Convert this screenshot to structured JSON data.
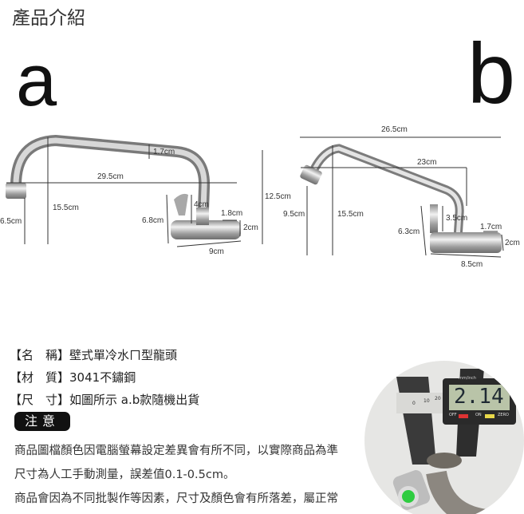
{
  "title": "產品介紹",
  "variant_a": {
    "label": "a",
    "dims": {
      "length": "29.5cm",
      "pipe": "1.7cm",
      "height_left": "6.5cm",
      "height_mid": "15.5cm",
      "height_total": "12.5cm",
      "handle_height": "6.8cm",
      "valve": "4cm",
      "thread_len": "1.8cm",
      "thread_dia": "2cm",
      "base_len": "9cm"
    }
  },
  "variant_b": {
    "label": "b",
    "dims": {
      "total": "26.5cm",
      "reach": "23cm",
      "height_left": "9.5cm",
      "height_mid": "15.5cm",
      "handle_height": "6.3cm",
      "valve": "3.5cm",
      "thread_len": "1.7cm",
      "thread_dia": "2cm",
      "base_len": "8.5cm"
    }
  },
  "specs": [
    {
      "label": "【名　稱】",
      "value": "壁式單冷水ㄇ型龍頭"
    },
    {
      "label": "【材　質】",
      "value": "3041不鏽鋼"
    },
    {
      "label": "【尺　寸】",
      "value": "如圖所示 a.b款隨機出貨"
    }
  ],
  "caution_label": "注意",
  "notes": [
    "商品圖檔顏色因電腦螢幕設定差異會有所不同，以實際商品為準",
    "尺寸為人工手動測量，誤差值0.1-0.5cm。",
    "商品會因為不同批製作等因素，尺寸及顏色會有所落差，屬正常"
  ],
  "caliper": {
    "reading": "2.14",
    "unit_label": "mm/inch",
    "buttons": [
      "OFF",
      "ON",
      "ZERO"
    ],
    "scale": [
      "0",
      "10",
      "20"
    ]
  }
}
